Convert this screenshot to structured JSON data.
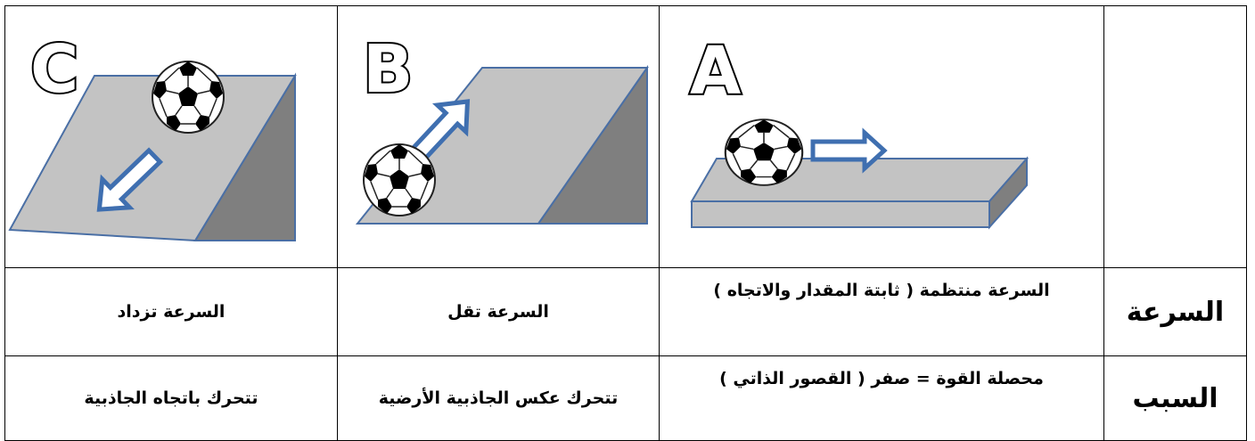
{
  "labels": {
    "c": "C",
    "b": "B",
    "a": "A"
  },
  "speed_row": {
    "header": "السرعة",
    "c": "السرعة تزداد",
    "b": "السرعة تقل",
    "a": "السرعة منتظمة ( ثابتة المقدار والاتجاه )"
  },
  "cause_row": {
    "header": "السبب",
    "c": "تتحرك باتجاه الجاذبية",
    "b": "تتحرك عكس الجاذبية الأرضية",
    "a": "محصلة القوة = صفر ( القصور الذاتي )"
  },
  "colors": {
    "ramp_top": "#c3c3c3",
    "ramp_side": "#7f7f7f",
    "outline": "#4a6fa5",
    "arrow": "#3f6fb0",
    "label_fill": "#ffffff",
    "label_stroke": "#000000"
  },
  "icons": {
    "ball": "soccer-ball-icon",
    "arrow": "arrow-icon"
  }
}
